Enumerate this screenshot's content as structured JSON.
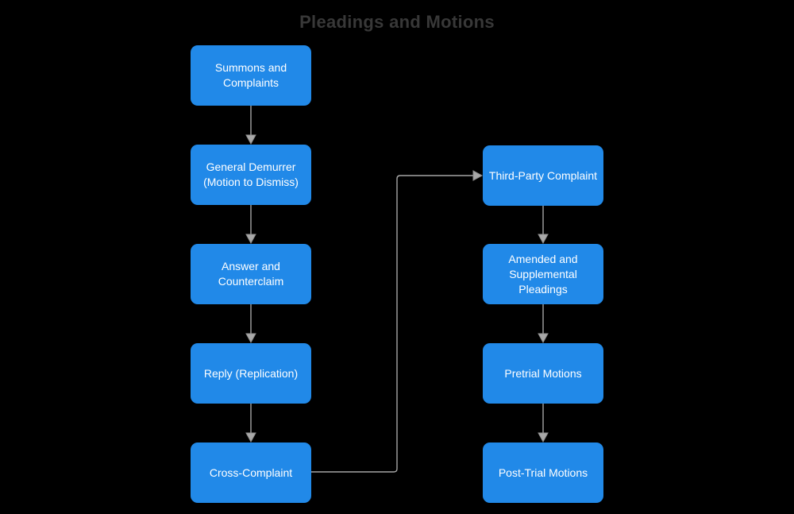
{
  "title": "Pleadings and Motions",
  "diagram": {
    "nodes": [
      {
        "id": "summons",
        "label": "Summons and\nComplaints"
      },
      {
        "id": "demurrer",
        "label": "General Demurrer\n(Motion to Dismiss)"
      },
      {
        "id": "answer",
        "label": "Answer and\nCounterclaim"
      },
      {
        "id": "reply",
        "label": "Reply (Replication)"
      },
      {
        "id": "cross",
        "label": "Cross-Complaint"
      },
      {
        "id": "thirdparty",
        "label": "Third-Party Complaint"
      },
      {
        "id": "amended",
        "label": "Amended and\nSupplemental\nPleadings"
      },
      {
        "id": "pretrial",
        "label": "Pretrial Motions"
      },
      {
        "id": "posttrial",
        "label": "Post-Trial Motions"
      }
    ],
    "edges": [
      {
        "from": "summons",
        "to": "demurrer"
      },
      {
        "from": "demurrer",
        "to": "answer"
      },
      {
        "from": "answer",
        "to": "reply"
      },
      {
        "from": "reply",
        "to": "cross"
      },
      {
        "from": "cross",
        "to": "thirdparty"
      },
      {
        "from": "thirdparty",
        "to": "amended"
      },
      {
        "from": "amended",
        "to": "pretrial"
      },
      {
        "from": "pretrial",
        "to": "posttrial"
      }
    ]
  },
  "colors": {
    "background": "#000000",
    "node_fill": "#2189e8",
    "node_text": "#ffffff",
    "connector": "#a6a6a6",
    "title_text": "#383838"
  }
}
